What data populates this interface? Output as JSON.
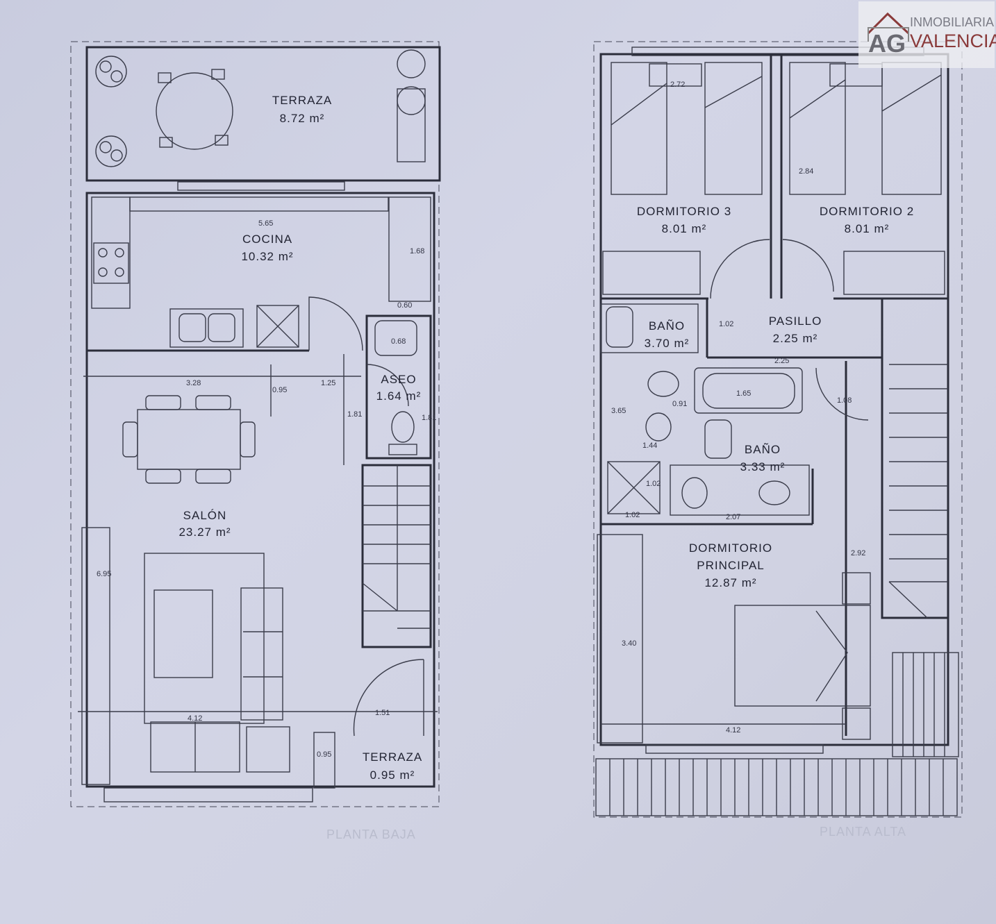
{
  "brand": {
    "mark": "AG",
    "line1": "INMOBILIARIA",
    "line2": "VALENCIA"
  },
  "captions": {
    "left": "PLANTA BAJA",
    "right": "PLANTA ALTA"
  },
  "ground_floor": {
    "terraza_top": {
      "name": "TERRAZA",
      "area": "8.72 m²"
    },
    "cocina": {
      "name": "COCINA",
      "area": "10.32 m²"
    },
    "aseo": {
      "name": "ASEO",
      "area": "1.64 m²"
    },
    "salon": {
      "name": "SALÓN",
      "area": "23.27 m²"
    },
    "terraza_bottom": {
      "name": "TERRAZA",
      "area": "0.95 m²"
    },
    "dims": {
      "d1": "5.65",
      "d2": "3.28",
      "d3": "1.25",
      "d4": "0.95",
      "d5": "1.81",
      "d6": "1.68",
      "d7": "0.60",
      "d8": "0.68",
      "d9": "6.95",
      "d10": "4.12",
      "d11": "1.51",
      "d12": "0.95",
      "d13": "1.81"
    }
  },
  "upper_floor": {
    "dormitorio3": {
      "name": "DORMITORIO 3",
      "area": "8.01 m²"
    },
    "dormitorio2": {
      "name": "DORMITORIO 2",
      "area": "8.01 m²"
    },
    "pasillo": {
      "name": "PASILLO",
      "area": "2.25 m²"
    },
    "bano1": {
      "name": "BAÑO",
      "area": "3.70 m²"
    },
    "bano2": {
      "name": "BAÑO",
      "area": "3.33 m²"
    },
    "principal": {
      "name1": "DORMITORIO",
      "name2": "PRINCIPAL",
      "area": "12.87 m²"
    },
    "dims": {
      "d1": "2.84",
      "d2": "1.02",
      "d3": "2.25",
      "d4": "1.65",
      "d5": "3.65",
      "d6": "1.44",
      "d7": "1.02",
      "d8": "1.02",
      "d9": "2.07",
      "d10": "3.40",
      "d11": "2.92",
      "d12": "1.08",
      "d13": "4.12",
      "d14": "0.91",
      "d15": "2.72"
    }
  }
}
